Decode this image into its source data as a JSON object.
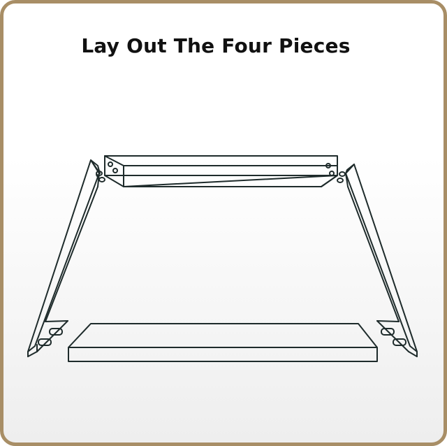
{
  "title": "Lay Out The Four Pieces",
  "colors": {
    "border": "#a88e66",
    "line": "#1e2b2b",
    "title": "#111111"
  },
  "pieces": [
    "top-rail",
    "left-side-rail",
    "right-side-rail",
    "bottom-board"
  ]
}
